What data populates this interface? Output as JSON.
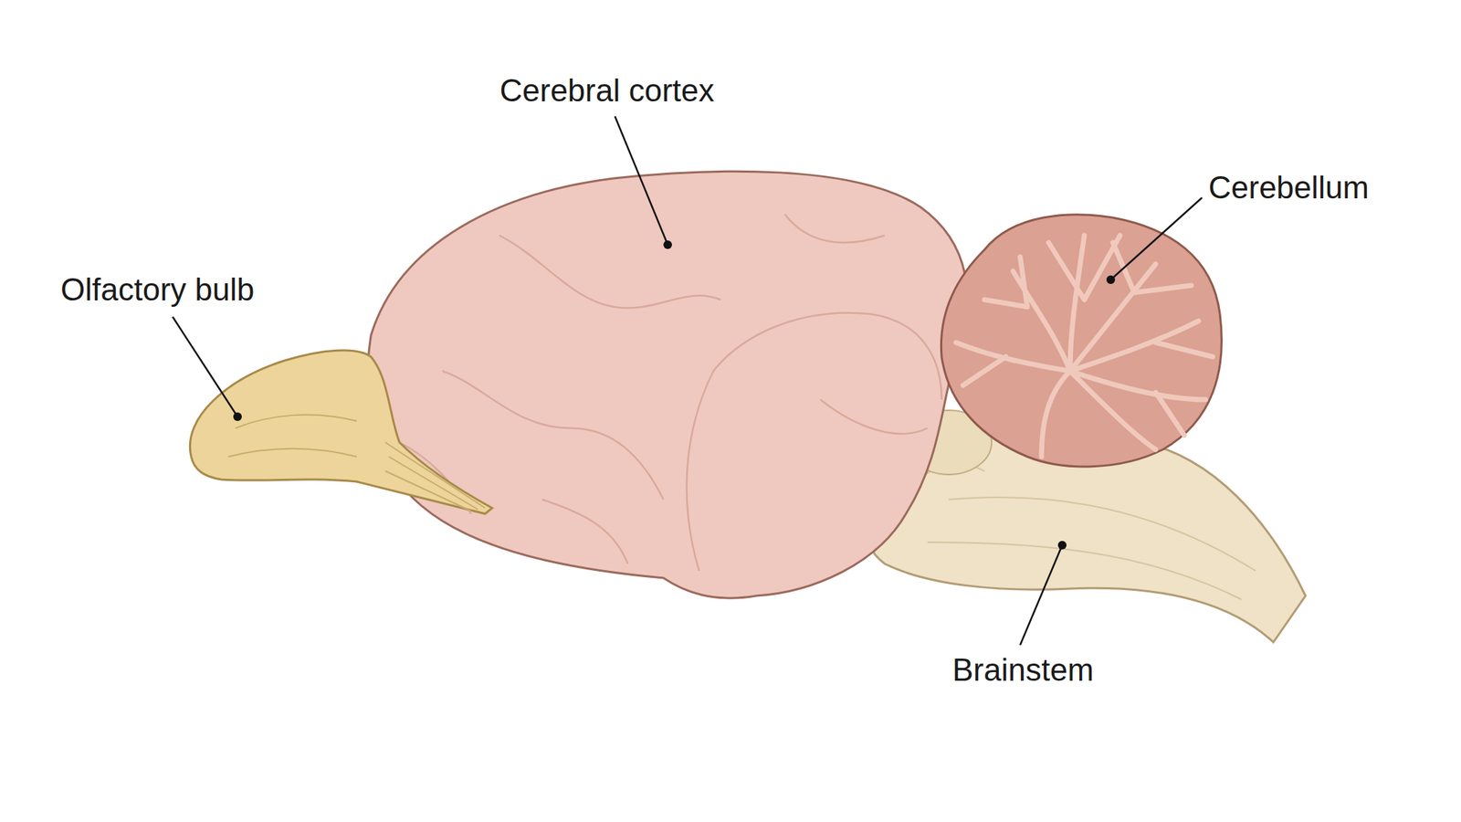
{
  "diagram": {
    "labels": [
      "Cerebral cortex",
      "Cerebellum",
      "Olfactory bulb",
      "Brainstem"
    ]
  }
}
